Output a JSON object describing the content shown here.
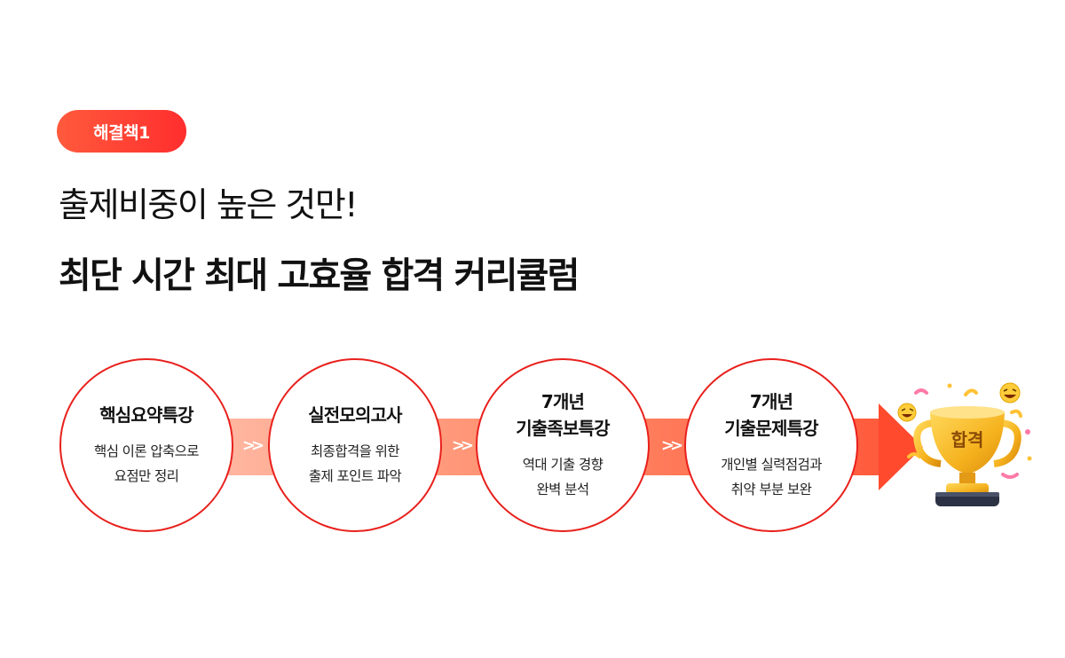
{
  "badge": {
    "label": "해결책1"
  },
  "headline": {
    "line1": "출제비중이 높은 것만!",
    "line2": "최단 시간 최대 고효율 합격 커리큘럼"
  },
  "steps": [
    {
      "title": "핵심요약특강",
      "desc": "핵심 이론 압축으로\n요점만 정리"
    },
    {
      "title": "실전모의고사",
      "desc": "최종합격을 위한\n출제 포인트 파악"
    },
    {
      "title": "7개년\n기출족보특강",
      "desc": "역대 기출 경향\n완벽 분석"
    },
    {
      "title": "7개년\n기출문제특강",
      "desc": "개인별 실력점검과\n취약 부분 보완"
    }
  ],
  "trophy": {
    "label": "합격"
  },
  "colors": {
    "accent": "#ff2e2e",
    "ring": "#e8201c",
    "gold": "#f5b21e"
  },
  "icons": [
    "chevron-double-right-icon",
    "trophy-icon",
    "laughing-emoji-icon"
  ]
}
